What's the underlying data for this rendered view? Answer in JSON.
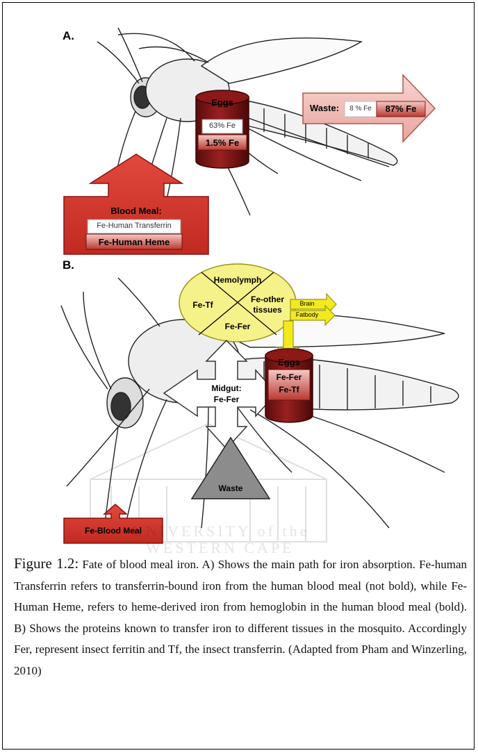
{
  "panel_a": {
    "label": "A.",
    "eggs": {
      "title": "Eggs",
      "value1": "63% Fe",
      "value2": "1.5% Fe"
    },
    "waste": {
      "label": "Waste:",
      "value1": "8 % Fe",
      "value2": "87% Fe"
    },
    "blood_meal": {
      "title": "Blood Meal:",
      "line1": "Fe-Human Transferrin",
      "line2": "Fe-Human Heme"
    }
  },
  "panel_b": {
    "label": "B.",
    "hemolymph": {
      "title": "Hemolymph",
      "q_left": "Fe-Tf",
      "q_right_1": "Fe-other",
      "q_right_2": "tissues",
      "q_bottom": "Fe-Fer"
    },
    "tissues": {
      "brain": "Brain",
      "fatbody": "Fatbody"
    },
    "eggs": {
      "title": "Eggs",
      "line1": "Fe-Fer",
      "line2": "Fe-Tf"
    },
    "midgut": {
      "line1": "Midgut:",
      "line2": "Fe-Fer"
    },
    "waste": "Waste",
    "blood_meal": "Fe-Blood Meal"
  },
  "caption": {
    "figure_number": "Figure 1.2:",
    "text": "Fate of blood meal iron. A) Shows the main path for iron absorption. Fe-human Transferrin refers to transferrin-bound iron from the human blood meal (not bold), while Fe-Human Heme, refers to heme-derived iron from hemoglobin in the human blood meal (bold). B) Shows the proteins known to transfer iron to different tissues in the mosquito. Accordingly Fer, represent insect ferritin and Tf, the insect transferrin. (Adapted from Pham and Winzerling, 2010)"
  },
  "watermark": {
    "line1": "UNIVERSITY of the",
    "line2": "WESTERN CAPE"
  },
  "colors": {
    "red_arrow": "#d9352a",
    "dark_red": "#7a1212",
    "pink_arrow": "#efb7b0",
    "hemolymph_yellow": "#f6f28a",
    "yellow_arrow": "#f2ea1e",
    "gray_triangle": "#8c8c8c"
  }
}
